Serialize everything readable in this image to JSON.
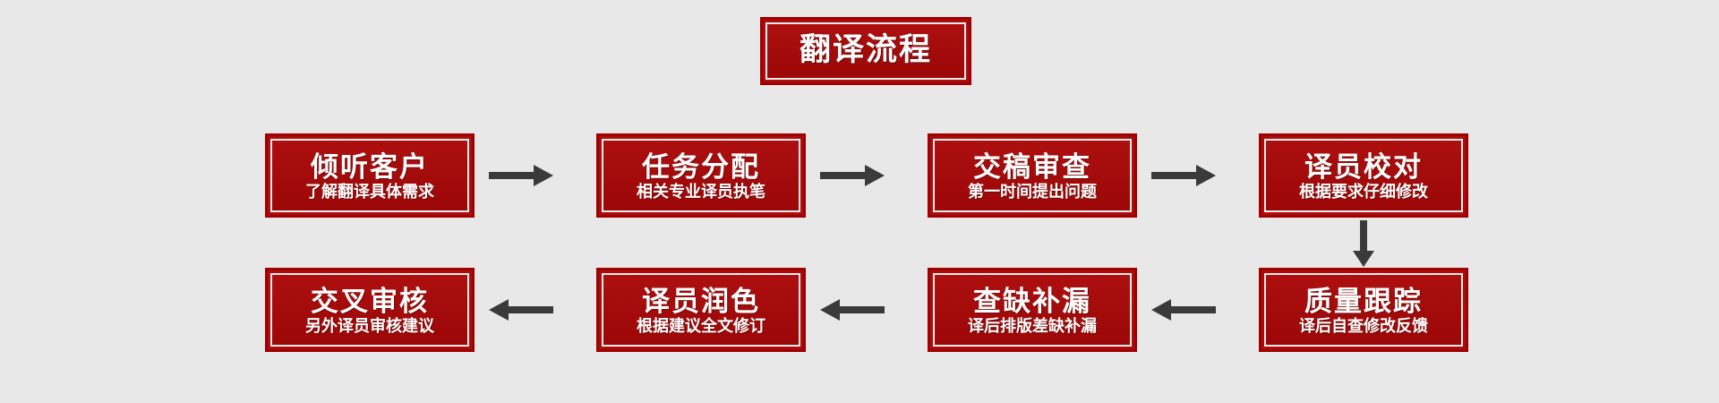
{
  "diagram": {
    "title": "翻译流程",
    "background_color": "#e8e8e8",
    "box_fill_color": "#a90d0d",
    "box_border_color": "#a00000",
    "box_inner_border_color": "#f2eceb",
    "text_color": "#ffffff",
    "arrow_color": "#3a3a3a",
    "steps": [
      {
        "index": 1,
        "title": "倾听客户",
        "subtitle": "了解翻译具体需求"
      },
      {
        "index": 2,
        "title": "任务分配",
        "subtitle": "相关专业译员执笔"
      },
      {
        "index": 3,
        "title": "交稿审查",
        "subtitle": "第一时间提出问题"
      },
      {
        "index": 4,
        "title": "译员校对",
        "subtitle": "根据要求仔细修改"
      },
      {
        "index": 5,
        "title": "质量跟踪",
        "subtitle": "译后自查修改反馈"
      },
      {
        "index": 6,
        "title": "查缺补漏",
        "subtitle": "译后排版差缺补漏"
      },
      {
        "index": 7,
        "title": "译员润色",
        "subtitle": "根据建议全文修订"
      },
      {
        "index": 8,
        "title": "交叉审核",
        "subtitle": "另外译员审核建议"
      }
    ],
    "connectors": [
      {
        "name": "arrow-step1-to-step2",
        "direction": "right"
      },
      {
        "name": "arrow-step2-to-step3",
        "direction": "right"
      },
      {
        "name": "arrow-step3-to-step4",
        "direction": "right"
      },
      {
        "name": "arrow-step4-to-step5",
        "direction": "down"
      },
      {
        "name": "arrow-step5-to-step6",
        "direction": "left"
      },
      {
        "name": "arrow-step6-to-step7",
        "direction": "left"
      },
      {
        "name": "arrow-step7-to-step8",
        "direction": "left"
      }
    ]
  }
}
